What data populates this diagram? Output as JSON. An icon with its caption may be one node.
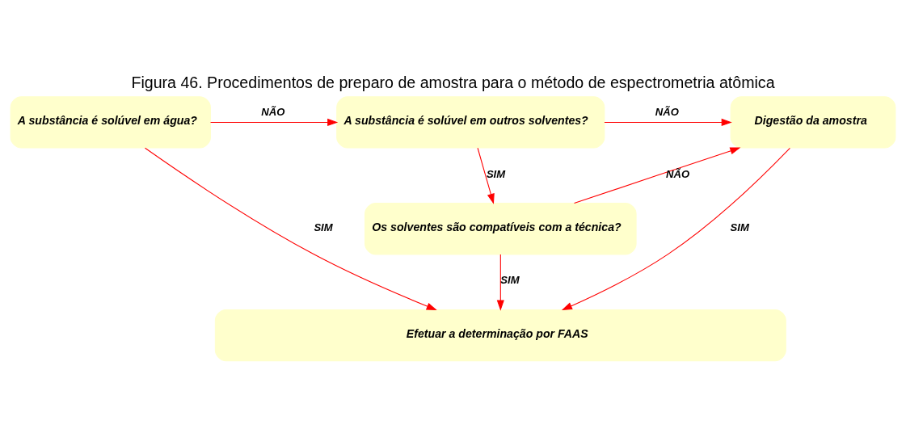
{
  "diagram": {
    "title": "Figura 46. Procedimentos de preparo de amostra para o método de espectrometria atômica",
    "nodes": [
      {
        "text": [
          "A substância é solúvel em água?"
        ]
      },
      {
        "text": [
          "A substância é solúvel em outros solventes?"
        ]
      },
      {
        "text": [
          "Digestão da amostra"
        ]
      },
      {
        "text": [
          "Os solventes são compatíveis com a técnica?"
        ]
      },
      {
        "text": [
          "Efetuar a determinação por FAAS"
        ]
      }
    ],
    "edges": [
      {
        "from": 0,
        "to": 1,
        "arrow": "to",
        "label": "NÃO"
      },
      {
        "from": 1,
        "to": 2,
        "arrow": "to",
        "label": "NÃO"
      },
      {
        "from": 1,
        "to": 3,
        "arrow": "to",
        "label": "SIM"
      },
      {
        "from": 3,
        "to": 2,
        "arrow": "to",
        "label": "NÃO"
      },
      {
        "from": 0,
        "to": 4,
        "arrow": "to",
        "label": "SIM"
      },
      {
        "from": 3,
        "to": 4,
        "arrow": "to",
        "label": "SIM"
      },
      {
        "from": 2,
        "to": 4,
        "arrow": "to",
        "label": "SIM"
      }
    ]
  }
}
